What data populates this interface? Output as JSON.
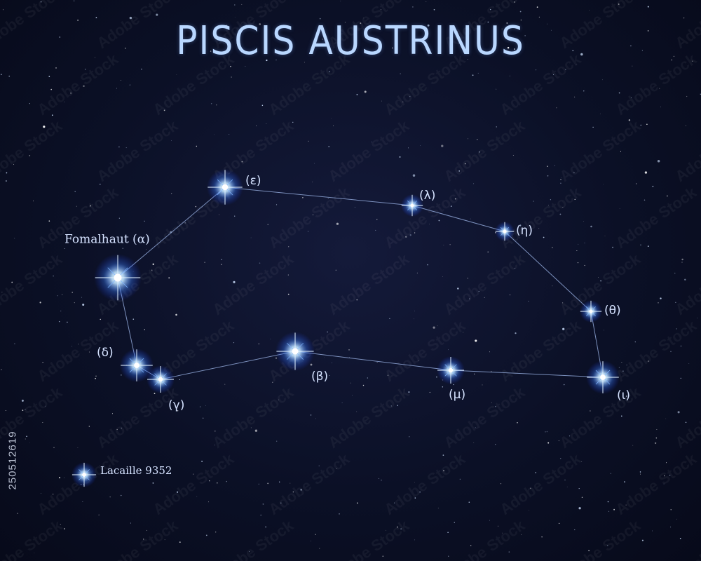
{
  "title": "PISCIS AUSTRINUS",
  "side_id": "250512619",
  "watermark": "Adobe Stock",
  "colors": {
    "background": "#0b1026",
    "title": "#b9d7ff",
    "line": "#8fa6d6",
    "star": "#9fd0ff",
    "label": "#d5e2ff"
  },
  "stars": [
    {
      "id": "alpha",
      "label": "Fomalhaut (α)"
    },
    {
      "id": "epsilon",
      "label": "(ε)"
    },
    {
      "id": "lambda",
      "label": "(λ)"
    },
    {
      "id": "eta",
      "label": "(η)"
    },
    {
      "id": "theta",
      "label": "(θ)"
    },
    {
      "id": "iota",
      "label": "(ι)"
    },
    {
      "id": "mu",
      "label": "(μ)"
    },
    {
      "id": "beta",
      "label": "(β)"
    },
    {
      "id": "gamma",
      "label": "(γ)"
    },
    {
      "id": "delta",
      "label": "(δ)"
    },
    {
      "id": "lacaille",
      "label": "Lacaille 9352"
    }
  ],
  "connections": [
    [
      "alpha",
      "epsilon"
    ],
    [
      "epsilon",
      "lambda"
    ],
    [
      "lambda",
      "eta"
    ],
    [
      "eta",
      "theta"
    ],
    [
      "theta",
      "iota"
    ],
    [
      "iota",
      "mu"
    ],
    [
      "mu",
      "beta"
    ],
    [
      "beta",
      "gamma"
    ],
    [
      "gamma",
      "delta"
    ],
    [
      "delta",
      "alpha"
    ]
  ]
}
